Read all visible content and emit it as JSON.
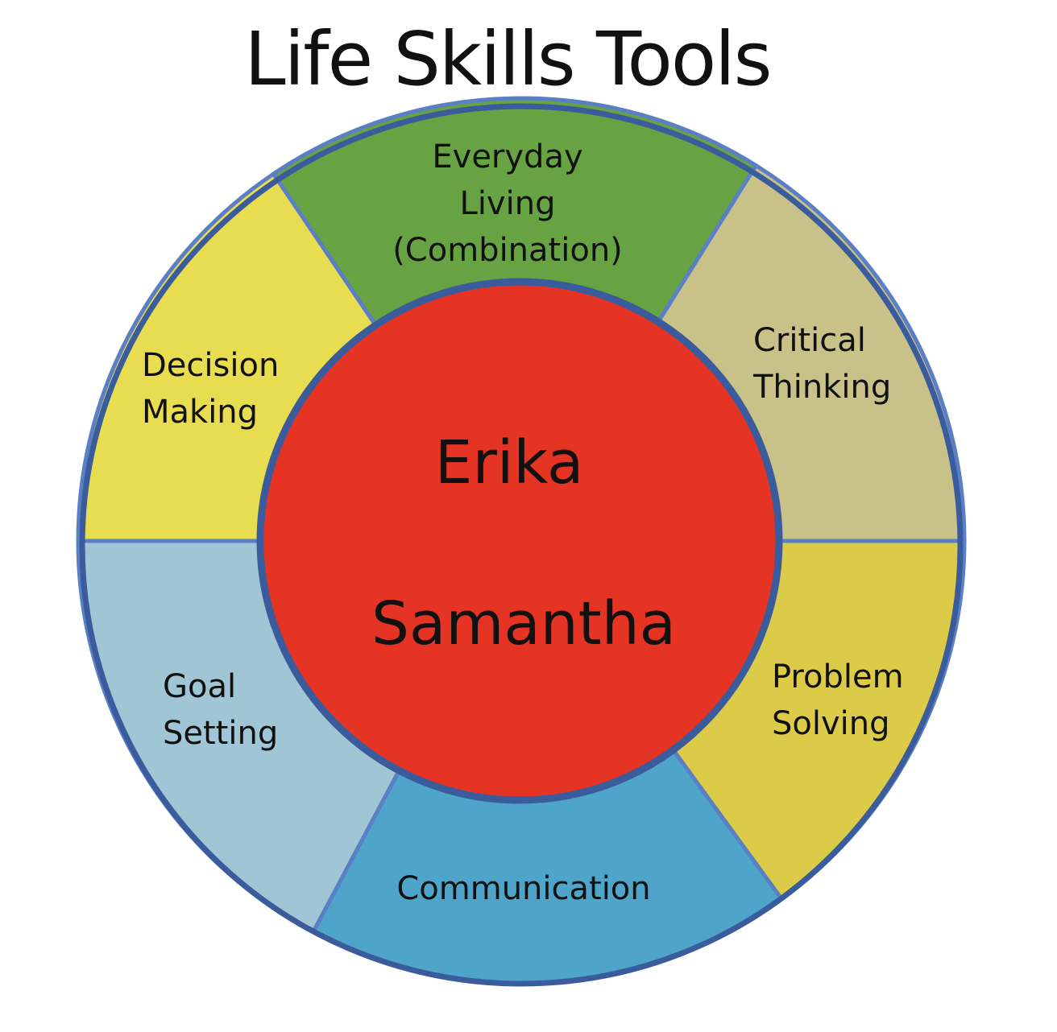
{
  "title": "Life Skills Tools",
  "center": {
    "names": [
      "Erika",
      "Samantha"
    ],
    "color": "#e53423"
  },
  "segments": [
    {
      "id": "everyday-living",
      "lines": [
        "Everyday",
        "Living",
        "(Combination)"
      ],
      "color": "#67a243"
    },
    {
      "id": "critical-thinking",
      "lines": [
        "Critical",
        "Thinking"
      ],
      "color": "#c8c288"
    },
    {
      "id": "problem-solving",
      "lines": [
        "Problem",
        "Solving"
      ],
      "color": "#dccb48"
    },
    {
      "id": "communication",
      "lines": [
        "Communication"
      ],
      "color": "#4fa4c9"
    },
    {
      "id": "goal-setting",
      "lines": [
        "Goal",
        "Setting"
      ],
      "color": "#a0c5d5"
    },
    {
      "id": "decision-making",
      "lines": [
        "Decision",
        "Making"
      ],
      "color": "#e8dc50"
    }
  ],
  "stroke_color": "#3b5c9c"
}
